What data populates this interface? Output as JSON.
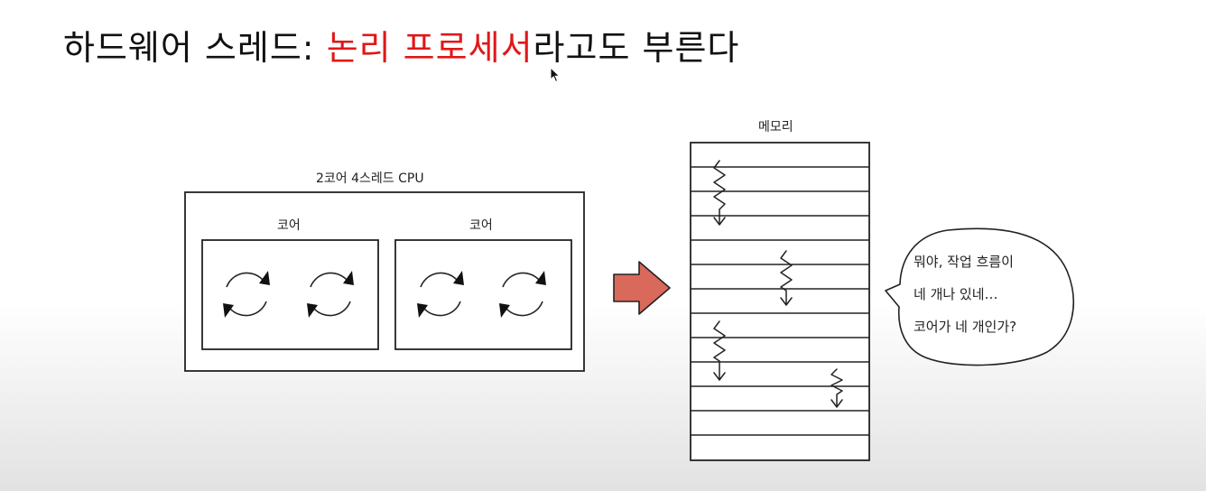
{
  "slide": {
    "title_prefix": "하드웨어 스레드: ",
    "title_highlight": "논리 프로세서",
    "title_suffix": "라고도 부른다",
    "highlight_color": "#e01818"
  },
  "cpu": {
    "label": "2코어 4스레드 CPU",
    "cores": [
      {
        "label": "코어"
      },
      {
        "label": "코어"
      }
    ]
  },
  "arrow": {
    "color": "#d9695a"
  },
  "memory": {
    "label": "메모리"
  },
  "speech_bubble": {
    "lines": [
      "뭐야, 작업 흐름이",
      "네 개나 있네…",
      "코어가 네 개인가?"
    ]
  }
}
